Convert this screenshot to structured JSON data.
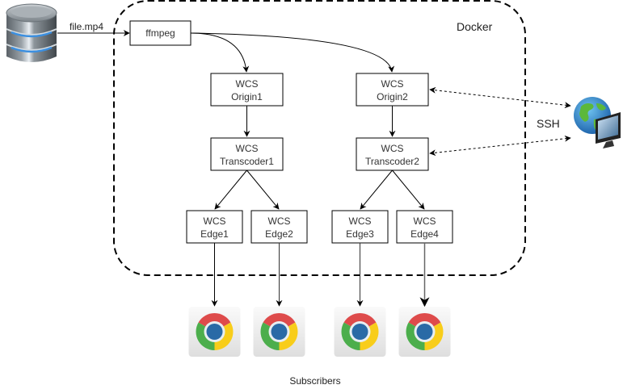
{
  "diagram": {
    "container": {
      "label": "Docker"
    },
    "source": {
      "icon": "database-icon",
      "edge_label": "file.mp4"
    },
    "nodes": {
      "ffmpeg": {
        "lines": [
          "ffmpeg"
        ]
      },
      "origin1": {
        "lines": [
          "WCS",
          "Origin1"
        ]
      },
      "origin2": {
        "lines": [
          "WCS",
          "Origin2"
        ]
      },
      "transcoder1": {
        "lines": [
          "WCS",
          "Transcoder1"
        ]
      },
      "transcoder2": {
        "lines": [
          "WCS",
          "Transcoder2"
        ]
      },
      "edge1": {
        "lines": [
          "WCS",
          "Edge1"
        ]
      },
      "edge2": {
        "lines": [
          "WCS",
          "Edge2"
        ]
      },
      "edge3": {
        "lines": [
          "WCS",
          "Edge3"
        ]
      },
      "edge4": {
        "lines": [
          "WCS",
          "Edge4"
        ]
      }
    },
    "admin": {
      "icon": "globe-monitor-icon",
      "label": "SSH"
    },
    "subscribers": {
      "label": "Subscribers",
      "items": [
        {
          "icon": "chrome-browser-icon",
          "from": "edge1"
        },
        {
          "icon": "chrome-browser-icon",
          "from": "edge2"
        },
        {
          "icon": "chrome-browser-icon",
          "from": "edge3"
        },
        {
          "icon": "chrome-browser-icon",
          "from": "edge4"
        }
      ]
    },
    "edges": [
      {
        "from": "source",
        "to": "ffmpeg",
        "label": "file.mp4",
        "style": "solid"
      },
      {
        "from": "ffmpeg",
        "to": "origin1",
        "style": "solid"
      },
      {
        "from": "ffmpeg",
        "to": "origin2",
        "style": "solid"
      },
      {
        "from": "origin1",
        "to": "transcoder1",
        "style": "solid"
      },
      {
        "from": "origin2",
        "to": "transcoder2",
        "style": "solid"
      },
      {
        "from": "transcoder1",
        "to": "edge1",
        "style": "solid"
      },
      {
        "from": "transcoder1",
        "to": "edge2",
        "style": "solid"
      },
      {
        "from": "transcoder2",
        "to": "edge3",
        "style": "solid"
      },
      {
        "from": "transcoder2",
        "to": "edge4",
        "style": "solid"
      },
      {
        "from": "admin",
        "to": "origin2",
        "style": "dashed",
        "bidirectional": true
      },
      {
        "from": "admin",
        "to": "transcoder2",
        "style": "dashed",
        "bidirectional": true
      }
    ]
  }
}
